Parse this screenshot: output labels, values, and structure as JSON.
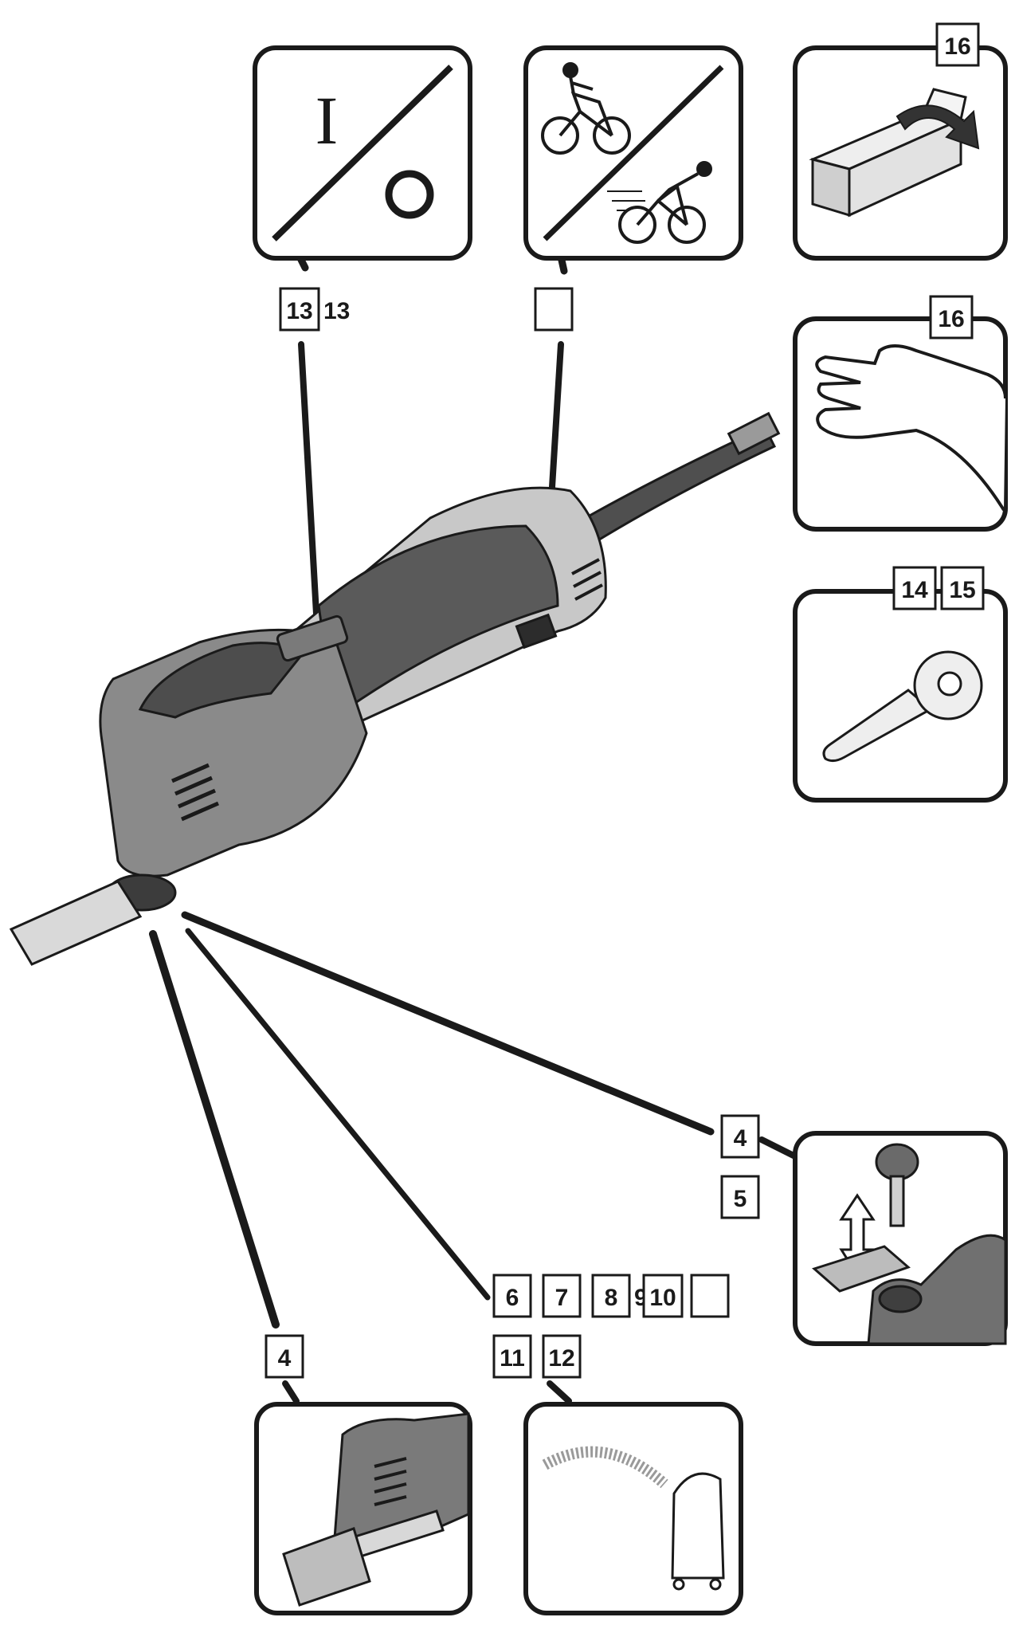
{
  "panels": {
    "switch": {
      "on_symbol": "I"
    },
    "packaging": {
      "ref": "16"
    },
    "hand": {
      "ref": "16"
    },
    "blade": {
      "refs": [
        "14",
        "15"
      ]
    }
  },
  "page_refs": {
    "switch": [
      "13",
      "13"
    ],
    "speed": [
      ""
    ],
    "mount": [
      "4",
      "5"
    ],
    "accessories_row1": [
      "6",
      "7",
      "8",
      "9",
      "10",
      ""
    ],
    "accessories_row2": [
      "11",
      "12"
    ],
    "depth_stop": [
      "4"
    ]
  },
  "colors": {
    "line": "#1a1a1a",
    "tool_dark": "#4d4d4d",
    "tool_mid": "#8a8a8a",
    "tool_light": "#c8c8c8",
    "blade": "#d9d9d9"
  }
}
